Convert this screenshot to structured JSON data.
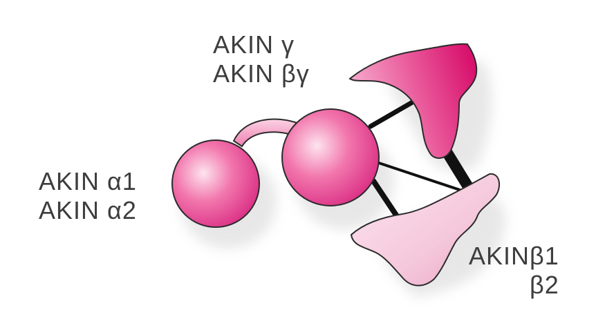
{
  "labels": {
    "gamma": [
      "AKIN γ",
      "AKIN βγ"
    ],
    "alpha": [
      "AKIN α1",
      "AKIN α2"
    ],
    "beta": [
      "AKINβ1",
      "β2"
    ]
  },
  "colors": {
    "sphere_light": "#fde4ef",
    "sphere_mid": "#f277ad",
    "sphere_dark": "#d92a82",
    "gamma_light": "#f7b8d4",
    "gamma_dark": "#d8126e",
    "beta_light": "#fbe3ee",
    "beta_dark": "#e9a2c2",
    "connector": "#111111",
    "outline": "#2b2b2b",
    "shadow": "#d4d4d4",
    "text": "#3d3d3d"
  }
}
